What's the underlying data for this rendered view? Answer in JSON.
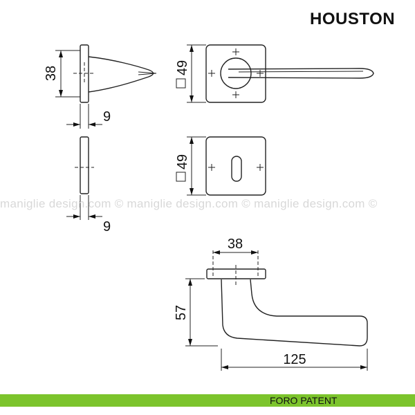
{
  "title": "HOUSTON",
  "watermark": "maniglie design.com © maniglie design.com © maniglie design.com ©",
  "dimensions": {
    "side_rose_height": "38",
    "side_rose_thickness": "9",
    "rose_square": "49",
    "escutcheon_square": "49",
    "escutcheon_thickness": "9",
    "bottom_rose_width": "38",
    "handle_height": "57",
    "handle_length": "125"
  },
  "footer": {
    "label": "FORO PATENT",
    "color": "#7cc42c"
  }
}
